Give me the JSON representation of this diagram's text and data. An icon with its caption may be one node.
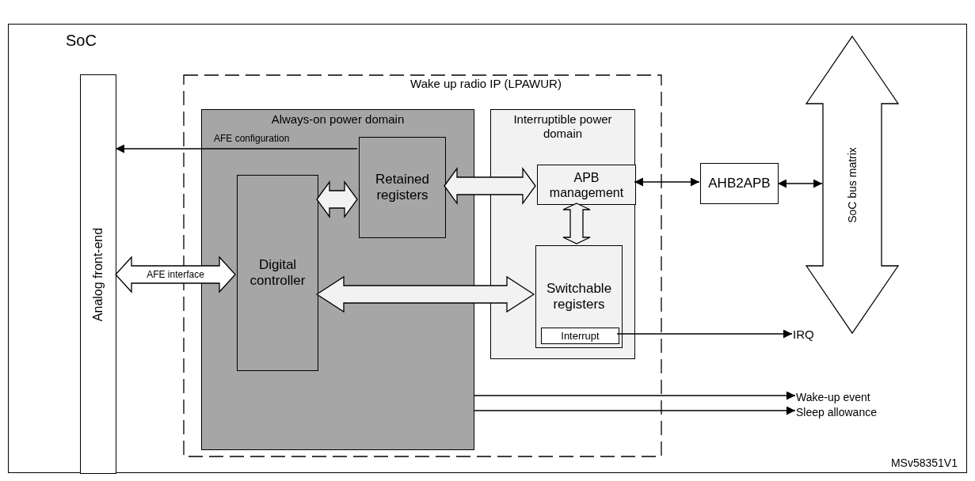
{
  "diagram": {
    "nodes": [
      {
        "text": [
          "SoC"
        ]
      },
      {
        "text": [
          "Analog front-end"
        ],
        "in": 0
      },
      {
        "text": [
          "Wake up radio IP (LPAWUR)"
        ],
        "in": 0
      },
      {
        "text": [
          "Always-on power domain"
        ],
        "in": 2
      },
      {
        "text": [
          "Retained registers"
        ],
        "in": 3
      },
      {
        "text": [
          "Digital controller"
        ],
        "in": 3
      },
      {
        "text": [
          "Interruptible power domain"
        ],
        "in": 2
      },
      {
        "text": [
          "APB management"
        ],
        "in": 6
      },
      {
        "text": [
          "Switchable registers"
        ],
        "in": 6
      },
      {
        "text": [
          "Interrupt"
        ],
        "in": 8
      },
      {
        "text": [
          "AHB2APB"
        ],
        "in": 0
      },
      {
        "text": [
          "SoC bus matrix"
        ],
        "in": 0
      },
      {
        "text": [
          "IRQ"
        ],
        "in": 0
      },
      {
        "text": [
          "Wake-up event"
        ],
        "in": 0
      },
      {
        "text": [
          "Sleep allowance"
        ],
        "in": 0
      }
    ],
    "edges": [
      {
        "from": 4,
        "to": 1,
        "arrow": "to",
        "label": "AFE configuration"
      },
      {
        "from": 5,
        "to": 1,
        "arrow": "both",
        "label": "AFE interface",
        "style": "thick"
      },
      {
        "from": 5,
        "to": 4,
        "arrow": "both",
        "style": "thick"
      },
      {
        "from": 4,
        "to": 7,
        "arrow": "both",
        "style": "thick"
      },
      {
        "from": 5,
        "to": 8,
        "arrow": "both",
        "style": "thick"
      },
      {
        "from": 7,
        "to": 8,
        "arrow": "both",
        "style": "thick"
      },
      {
        "from": 7,
        "to": 10,
        "arrow": "both"
      },
      {
        "from": 10,
        "to": 11,
        "arrow": "both"
      },
      {
        "from": 9,
        "to": 12,
        "arrow": "to"
      },
      {
        "from": 3,
        "to": 13,
        "arrow": "to"
      },
      {
        "from": 3,
        "to": 14,
        "arrow": "to"
      }
    ],
    "labels": [
      "MSv58351V1"
    ]
  }
}
